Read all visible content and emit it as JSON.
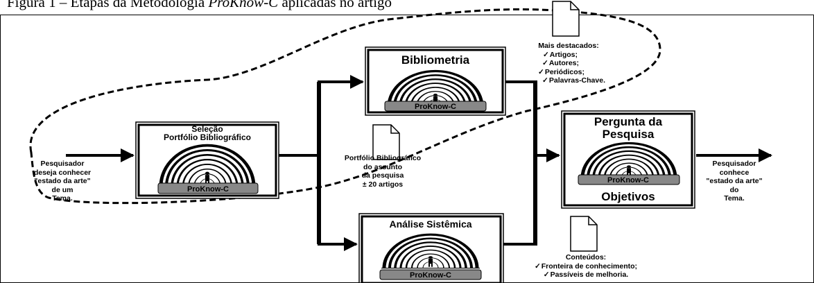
{
  "caption": {
    "prefix": "Figura 1 – Etapas da Metodologia ",
    "italic": "ProKnow-C",
    "suffix": " aplicadas no artigo"
  },
  "tunnel_label": "ProKnow-C",
  "selecao": {
    "line1": "Seleção",
    "line2": "Portfólio Bibliográfico"
  },
  "bibliometria": {
    "title": "Bibliometria"
  },
  "analise": {
    "title": "Análise Sistêmica"
  },
  "pergunta": {
    "title1": "Pergunta da",
    "title2": "Pesquisa",
    "bottom": "Objetivos"
  },
  "input_label": [
    "Pesquisador",
    "deseja conhecer",
    "\"estado da arte\"",
    "de um",
    "Tema."
  ],
  "output_label": [
    "Pesquisador",
    "conhece",
    "\"estado da arte\"",
    "do",
    "Tema."
  ],
  "portfolio_note": [
    "Portfólio Bibliográfico",
    "do assunto",
    "da pesquisa",
    "± 20 artigos"
  ],
  "destacados": {
    "heading": "Mais destacados:",
    "items": [
      "Artigos;",
      "Autores;",
      "Periódicos;",
      "Palavras-Chave."
    ]
  },
  "conteudos": {
    "heading": "Conteúdos:",
    "items": [
      "Fronteira de conhecimento;",
      "Passíveis de melhoria."
    ]
  },
  "icons": [
    "document-icon",
    "tunnel-icon",
    "arrow-icon"
  ]
}
